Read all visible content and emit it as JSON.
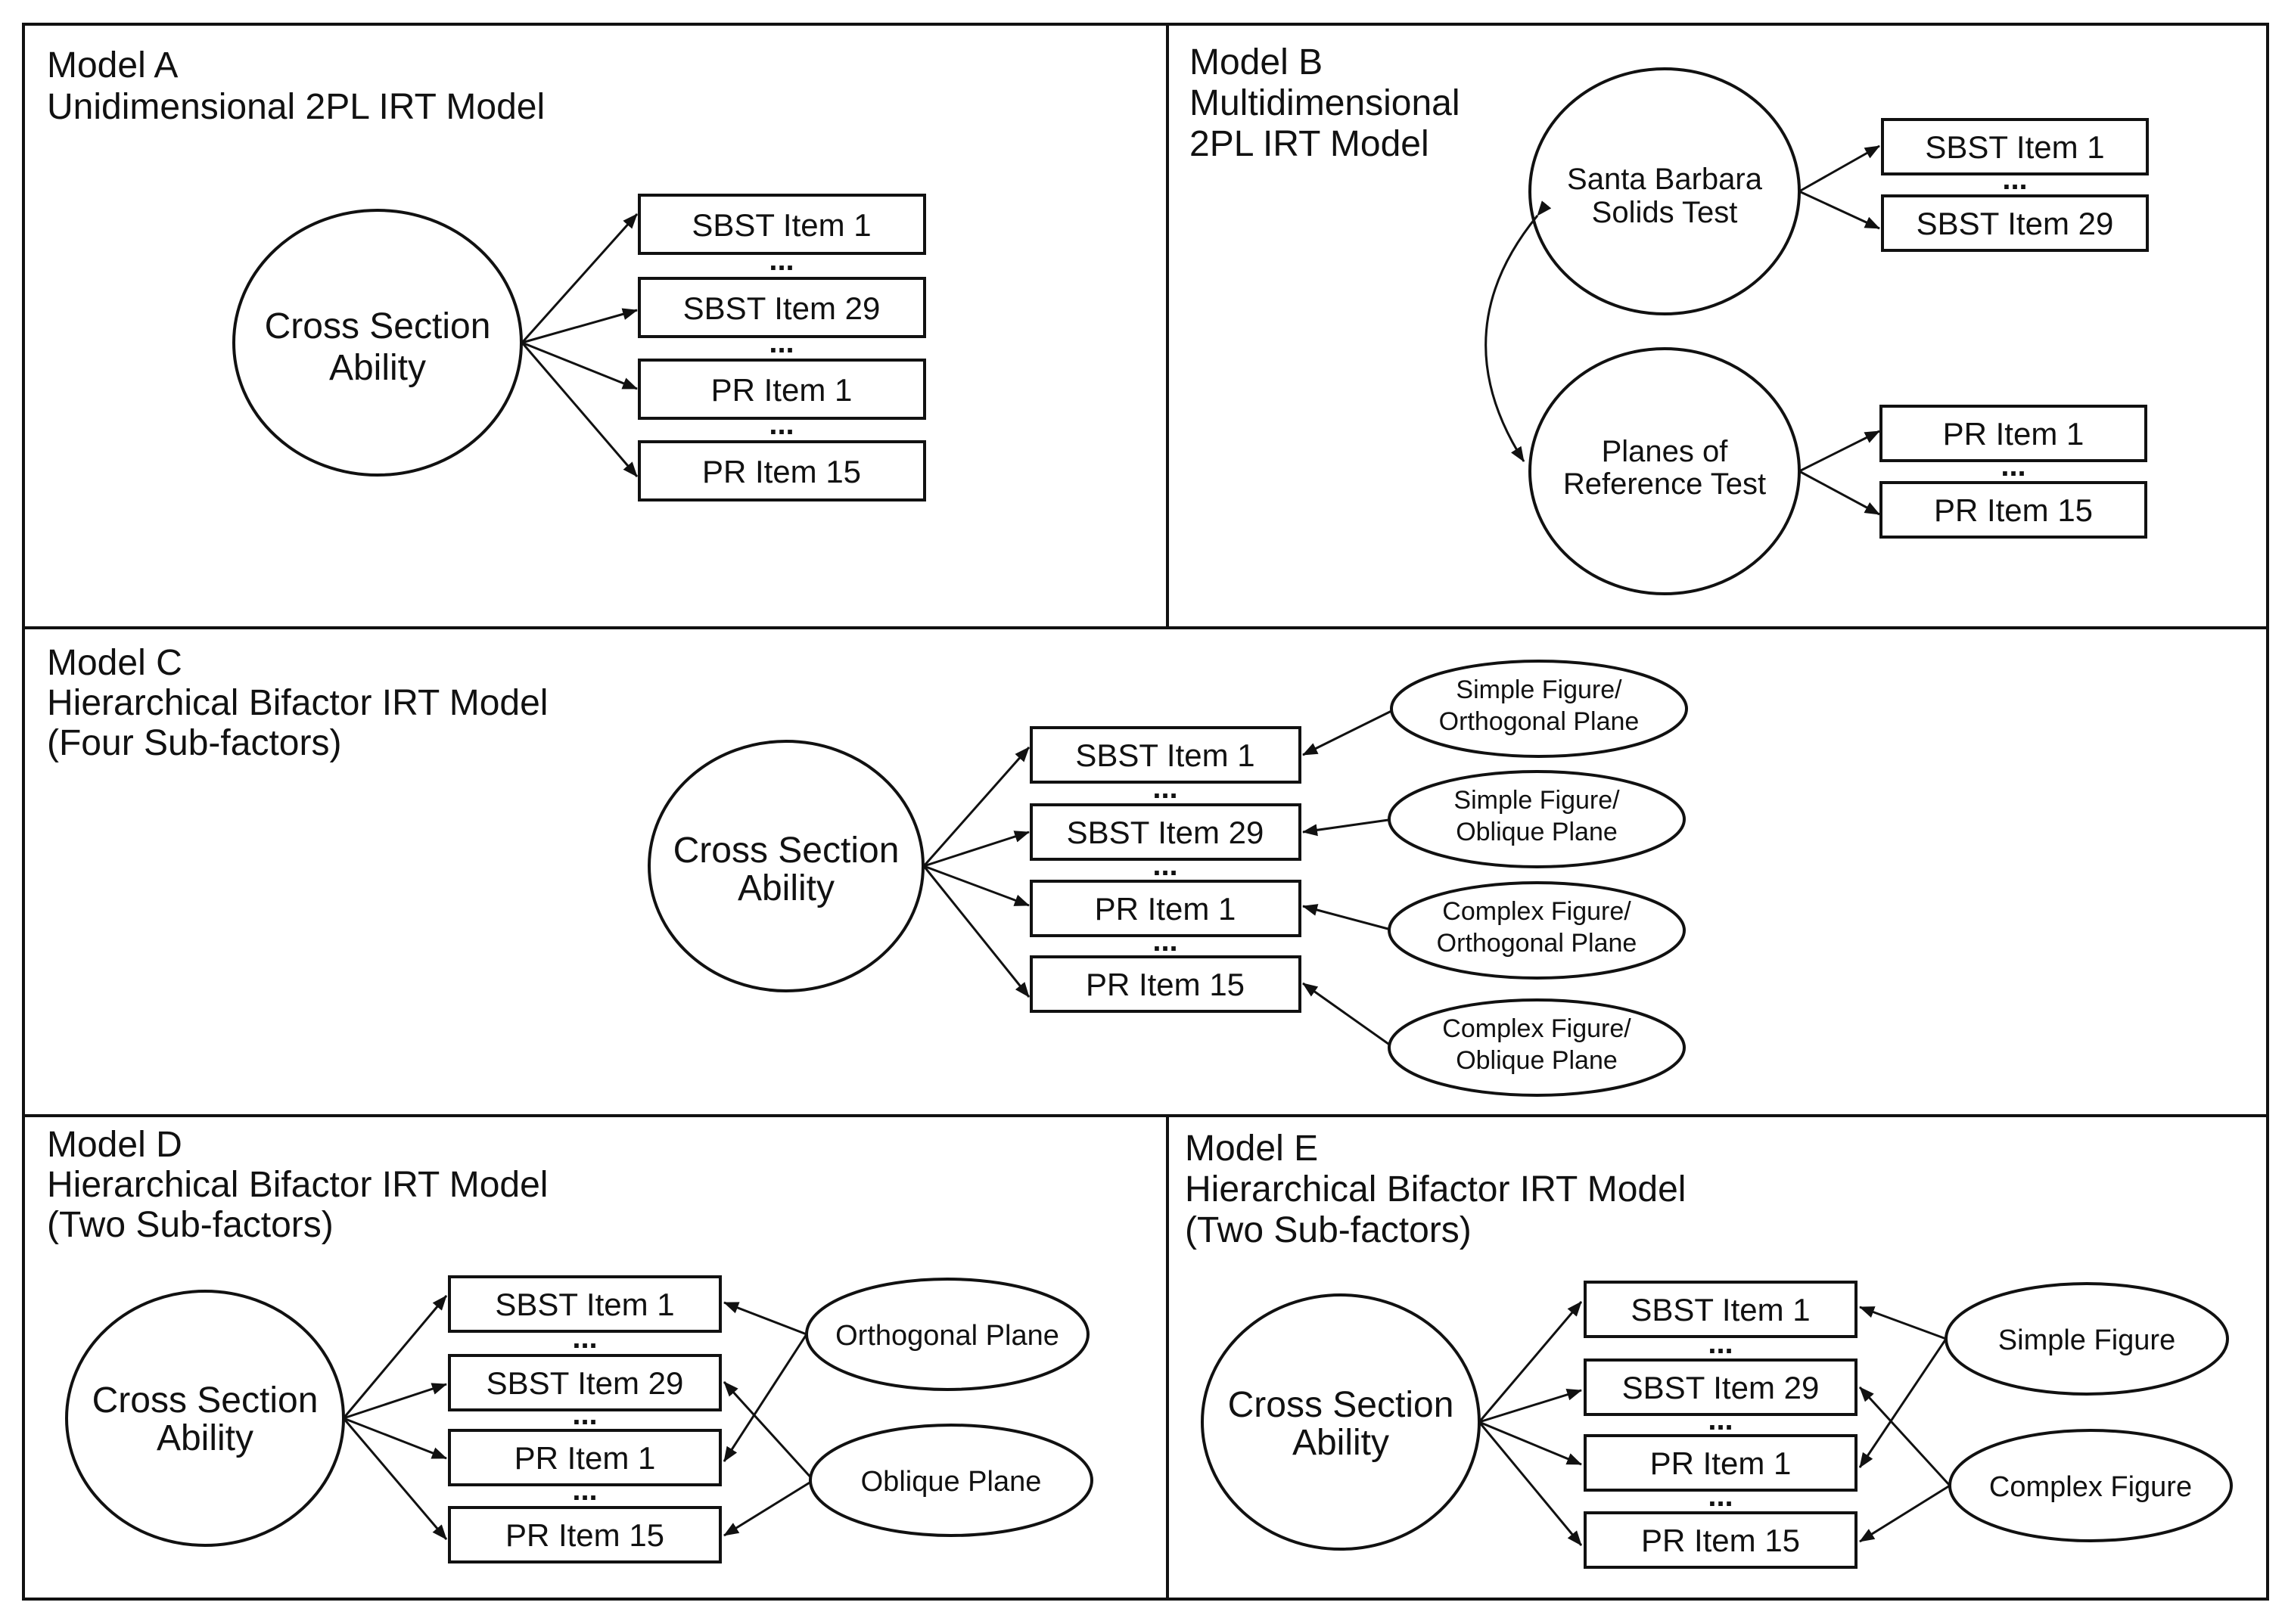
{
  "colors": {
    "stroke": "#111111",
    "background": "#ffffff"
  },
  "panels": {
    "a": {
      "label": "Model A",
      "title": "Unidimensional 2PL IRT Model",
      "factor": [
        "Cross Section",
        "Ability"
      ],
      "items": [
        "SBST Item 1",
        "SBST Item 29",
        "PR Item 1",
        "PR Item 15"
      ]
    },
    "b": {
      "label": "Model B",
      "title_lines": [
        "Multidimensional",
        "2PL IRT Model"
      ],
      "factor1": [
        "Santa Barbara",
        "Solids Test"
      ],
      "factor2": [
        "Planes of",
        "Reference Test"
      ],
      "items1": [
        "SBST Item 1",
        "SBST Item 29"
      ],
      "items2": [
        "PR Item 1",
        "PR Item 15"
      ]
    },
    "c": {
      "label": "Model C",
      "title_lines": [
        "Hierarchical Bifactor IRT Model",
        "(Four Sub-factors)"
      ],
      "factor": [
        "Cross Section",
        "Ability"
      ],
      "items": [
        "SBST Item 1",
        "SBST Item 29",
        "PR Item 1",
        "PR Item 15"
      ],
      "subfactors": [
        [
          "Simple Figure/",
          "Orthogonal Plane"
        ],
        [
          "Simple Figure/",
          "Oblique Plane"
        ],
        [
          "Complex Figure/",
          "Orthogonal Plane"
        ],
        [
          "Complex Figure/",
          "Oblique Plane"
        ]
      ]
    },
    "d": {
      "label": "Model D",
      "title_lines": [
        "Hierarchical Bifactor IRT Model",
        "(Two Sub-factors)"
      ],
      "factor": [
        "Cross Section",
        "Ability"
      ],
      "items": [
        "SBST Item 1",
        "SBST Item 29",
        "PR Item 1",
        "PR Item 15"
      ],
      "subfactors": [
        "Orthogonal Plane",
        "Oblique Plane"
      ]
    },
    "e": {
      "label": "Model E",
      "title_lines": [
        "Hierarchical Bifactor IRT Model",
        "(Two Sub-factors)"
      ],
      "factor": [
        "Cross Section",
        "Ability"
      ],
      "items": [
        "SBST Item 1",
        "SBST Item 29",
        "PR Item 1",
        "PR Item 15"
      ],
      "subfactors": [
        "Simple Figure",
        "Complex Figure"
      ]
    }
  },
  "ellipsis": "..."
}
